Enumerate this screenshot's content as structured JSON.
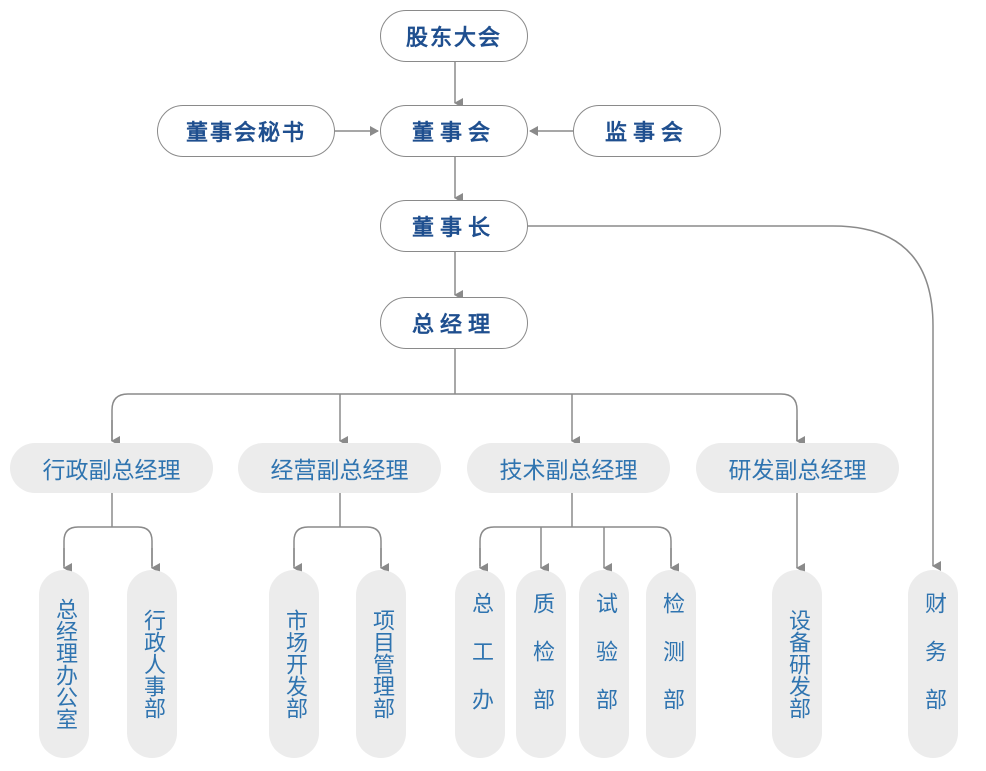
{
  "diagram": {
    "type": "organization-chart",
    "colors": {
      "top_text": "#1f4f8f",
      "sub_text": "#2f74b0",
      "sub_fill": "#ececec",
      "line": "#8a8a8a"
    },
    "top": {
      "shareholders": "股东大会",
      "board_secretary": "董事会秘书",
      "board": "董事会",
      "supervisors": "监事会",
      "chairman": "董事长",
      "general_manager": "总经理"
    },
    "deputies": [
      {
        "label": "行政副总经理",
        "departments": [
          "总经理办公室",
          "行政人事部"
        ]
      },
      {
        "label": "经营副总经理",
        "departments": [
          "市场开发部",
          "项目管理部"
        ]
      },
      {
        "label": "技术副总经理",
        "departments": [
          "总工办",
          "质检部",
          "试验部",
          "检测部"
        ]
      },
      {
        "label": "研发副总经理",
        "departments": [
          "设备研发部"
        ]
      }
    ],
    "direct_departments": [
      "财务部"
    ]
  }
}
